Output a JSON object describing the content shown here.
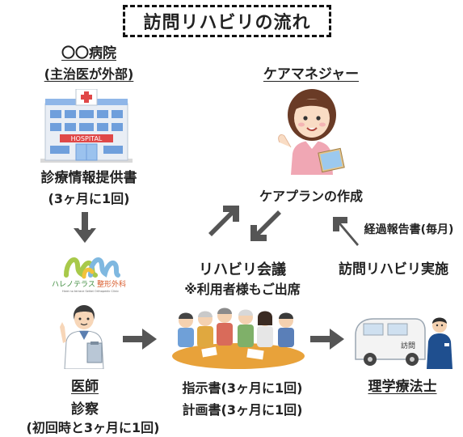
{
  "title": "訪問リハビリの流れ",
  "hospital": {
    "name": "〇〇病院",
    "note": "(主治医が外部)",
    "sign": "HOSPITAL",
    "document": "診療情報提供書",
    "document_freq": "(3ヶ月に1回)"
  },
  "care_manager": {
    "label": "ケアマネジャー",
    "output": "ケアプランの作成"
  },
  "clinic_logo": {
    "name": "ハレノテラス",
    "name2": "整形外科",
    "sub": "Hare no terrace Seikei Orthopedic Clinic"
  },
  "doctor": {
    "label": "医師",
    "action": "診察",
    "freq": "(初回時と3ヶ月に1回)"
  },
  "meeting": {
    "title": "リハビリ会議",
    "note": "※利用者様もご出席",
    "doc1": "指示書(3ヶ月に1回)",
    "doc2": "計画書(3ヶ月に1回)"
  },
  "therapist": {
    "label": "理学療法士",
    "van_text": "訪問",
    "action": "訪問リハビリ実施",
    "report": "経過報告書(毎月)"
  },
  "colors": {
    "arrow": "#555555",
    "building": "#8fb6e8",
    "nurse_shirt": "#f0a7b4",
    "table": "#e8a23a"
  }
}
